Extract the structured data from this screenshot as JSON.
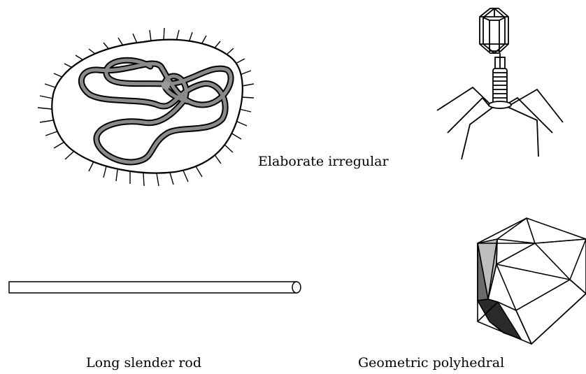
{
  "labels": {
    "elaborate_irregular": "Elaborate irregular",
    "long_slender_rod": "Long slender rod",
    "geometric_polyhedral": "Geometric polyhedral"
  },
  "colors": {
    "strand_fill": "#8a8a8a",
    "face_light": "#bdbdbd",
    "face_mid": "#6a6a6a",
    "face_dark": "#2a2a2a",
    "line": "#000000"
  },
  "icons": {
    "irregular": "enveloped-virus-icon",
    "phage": "bacteriophage-icon",
    "rod": "rod-virus-icon",
    "polyhedral": "icosahedral-virus-icon"
  }
}
